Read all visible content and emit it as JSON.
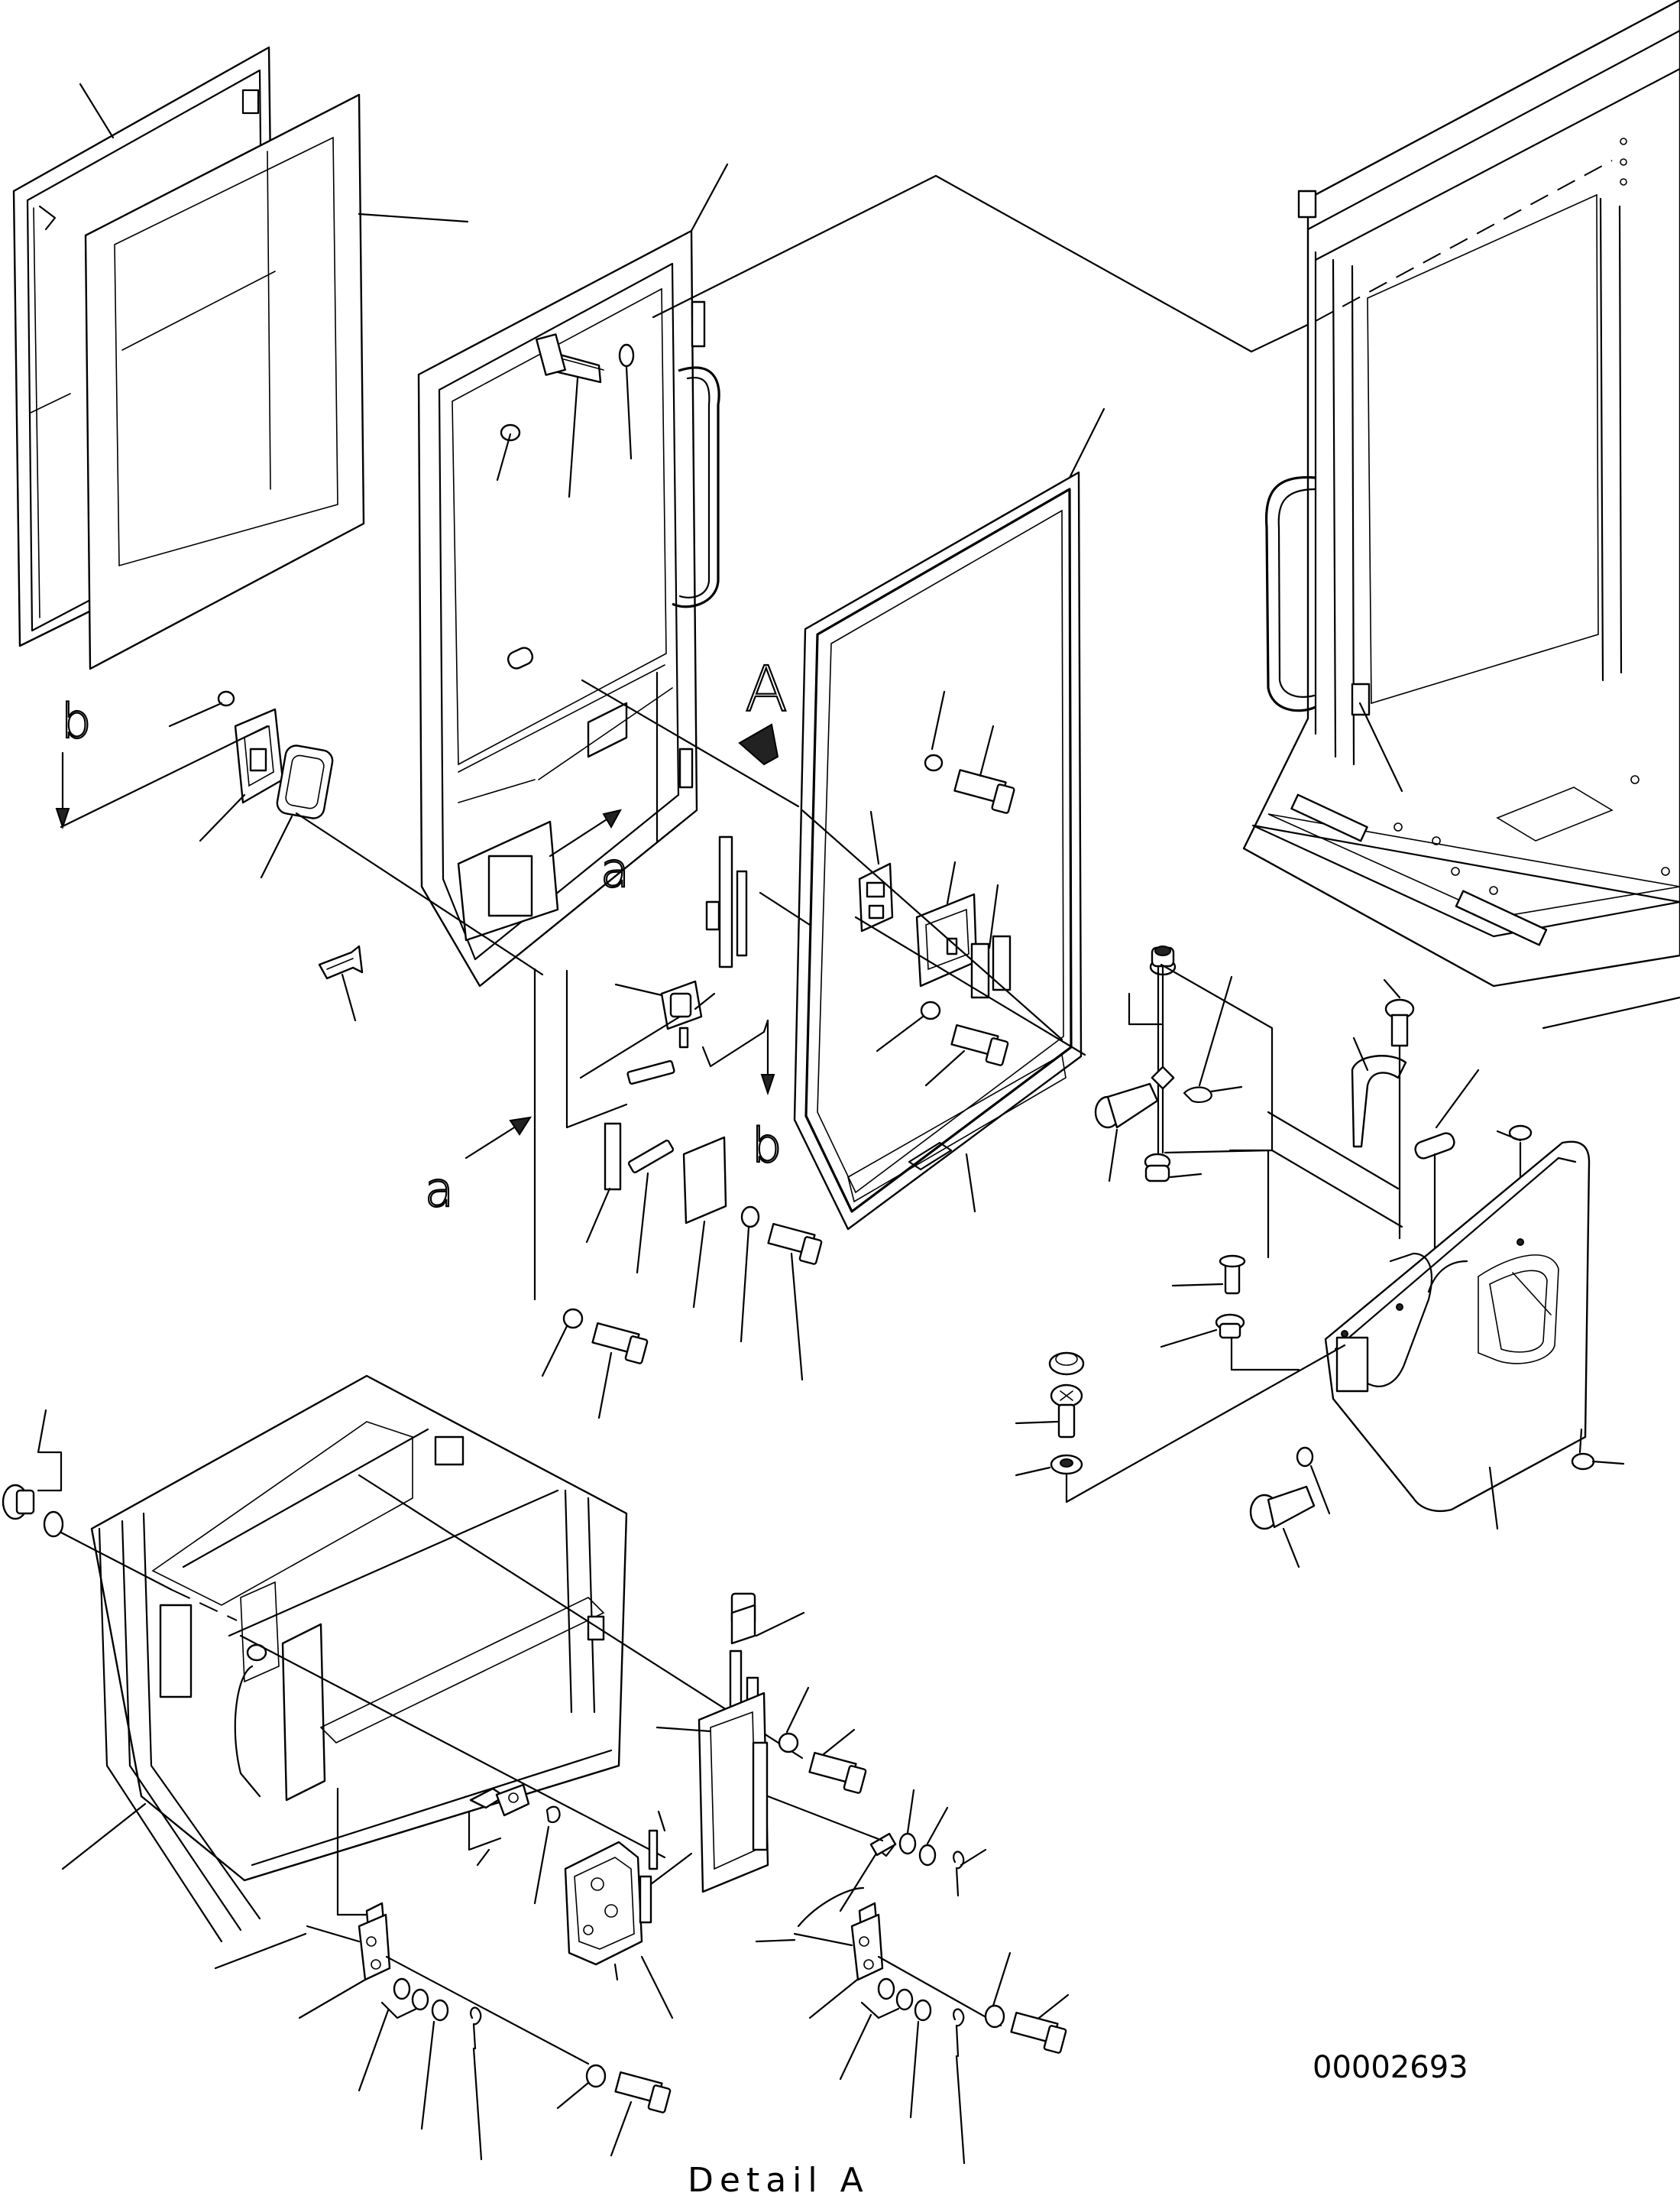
{
  "labels": {
    "view_a_upper": "A",
    "view_a_lower_1": "a",
    "view_a_lower_2": "a",
    "view_b_1": "b",
    "view_b_2": "b",
    "detail_caption": "Detail A",
    "drawing_number": "00002693"
  }
}
